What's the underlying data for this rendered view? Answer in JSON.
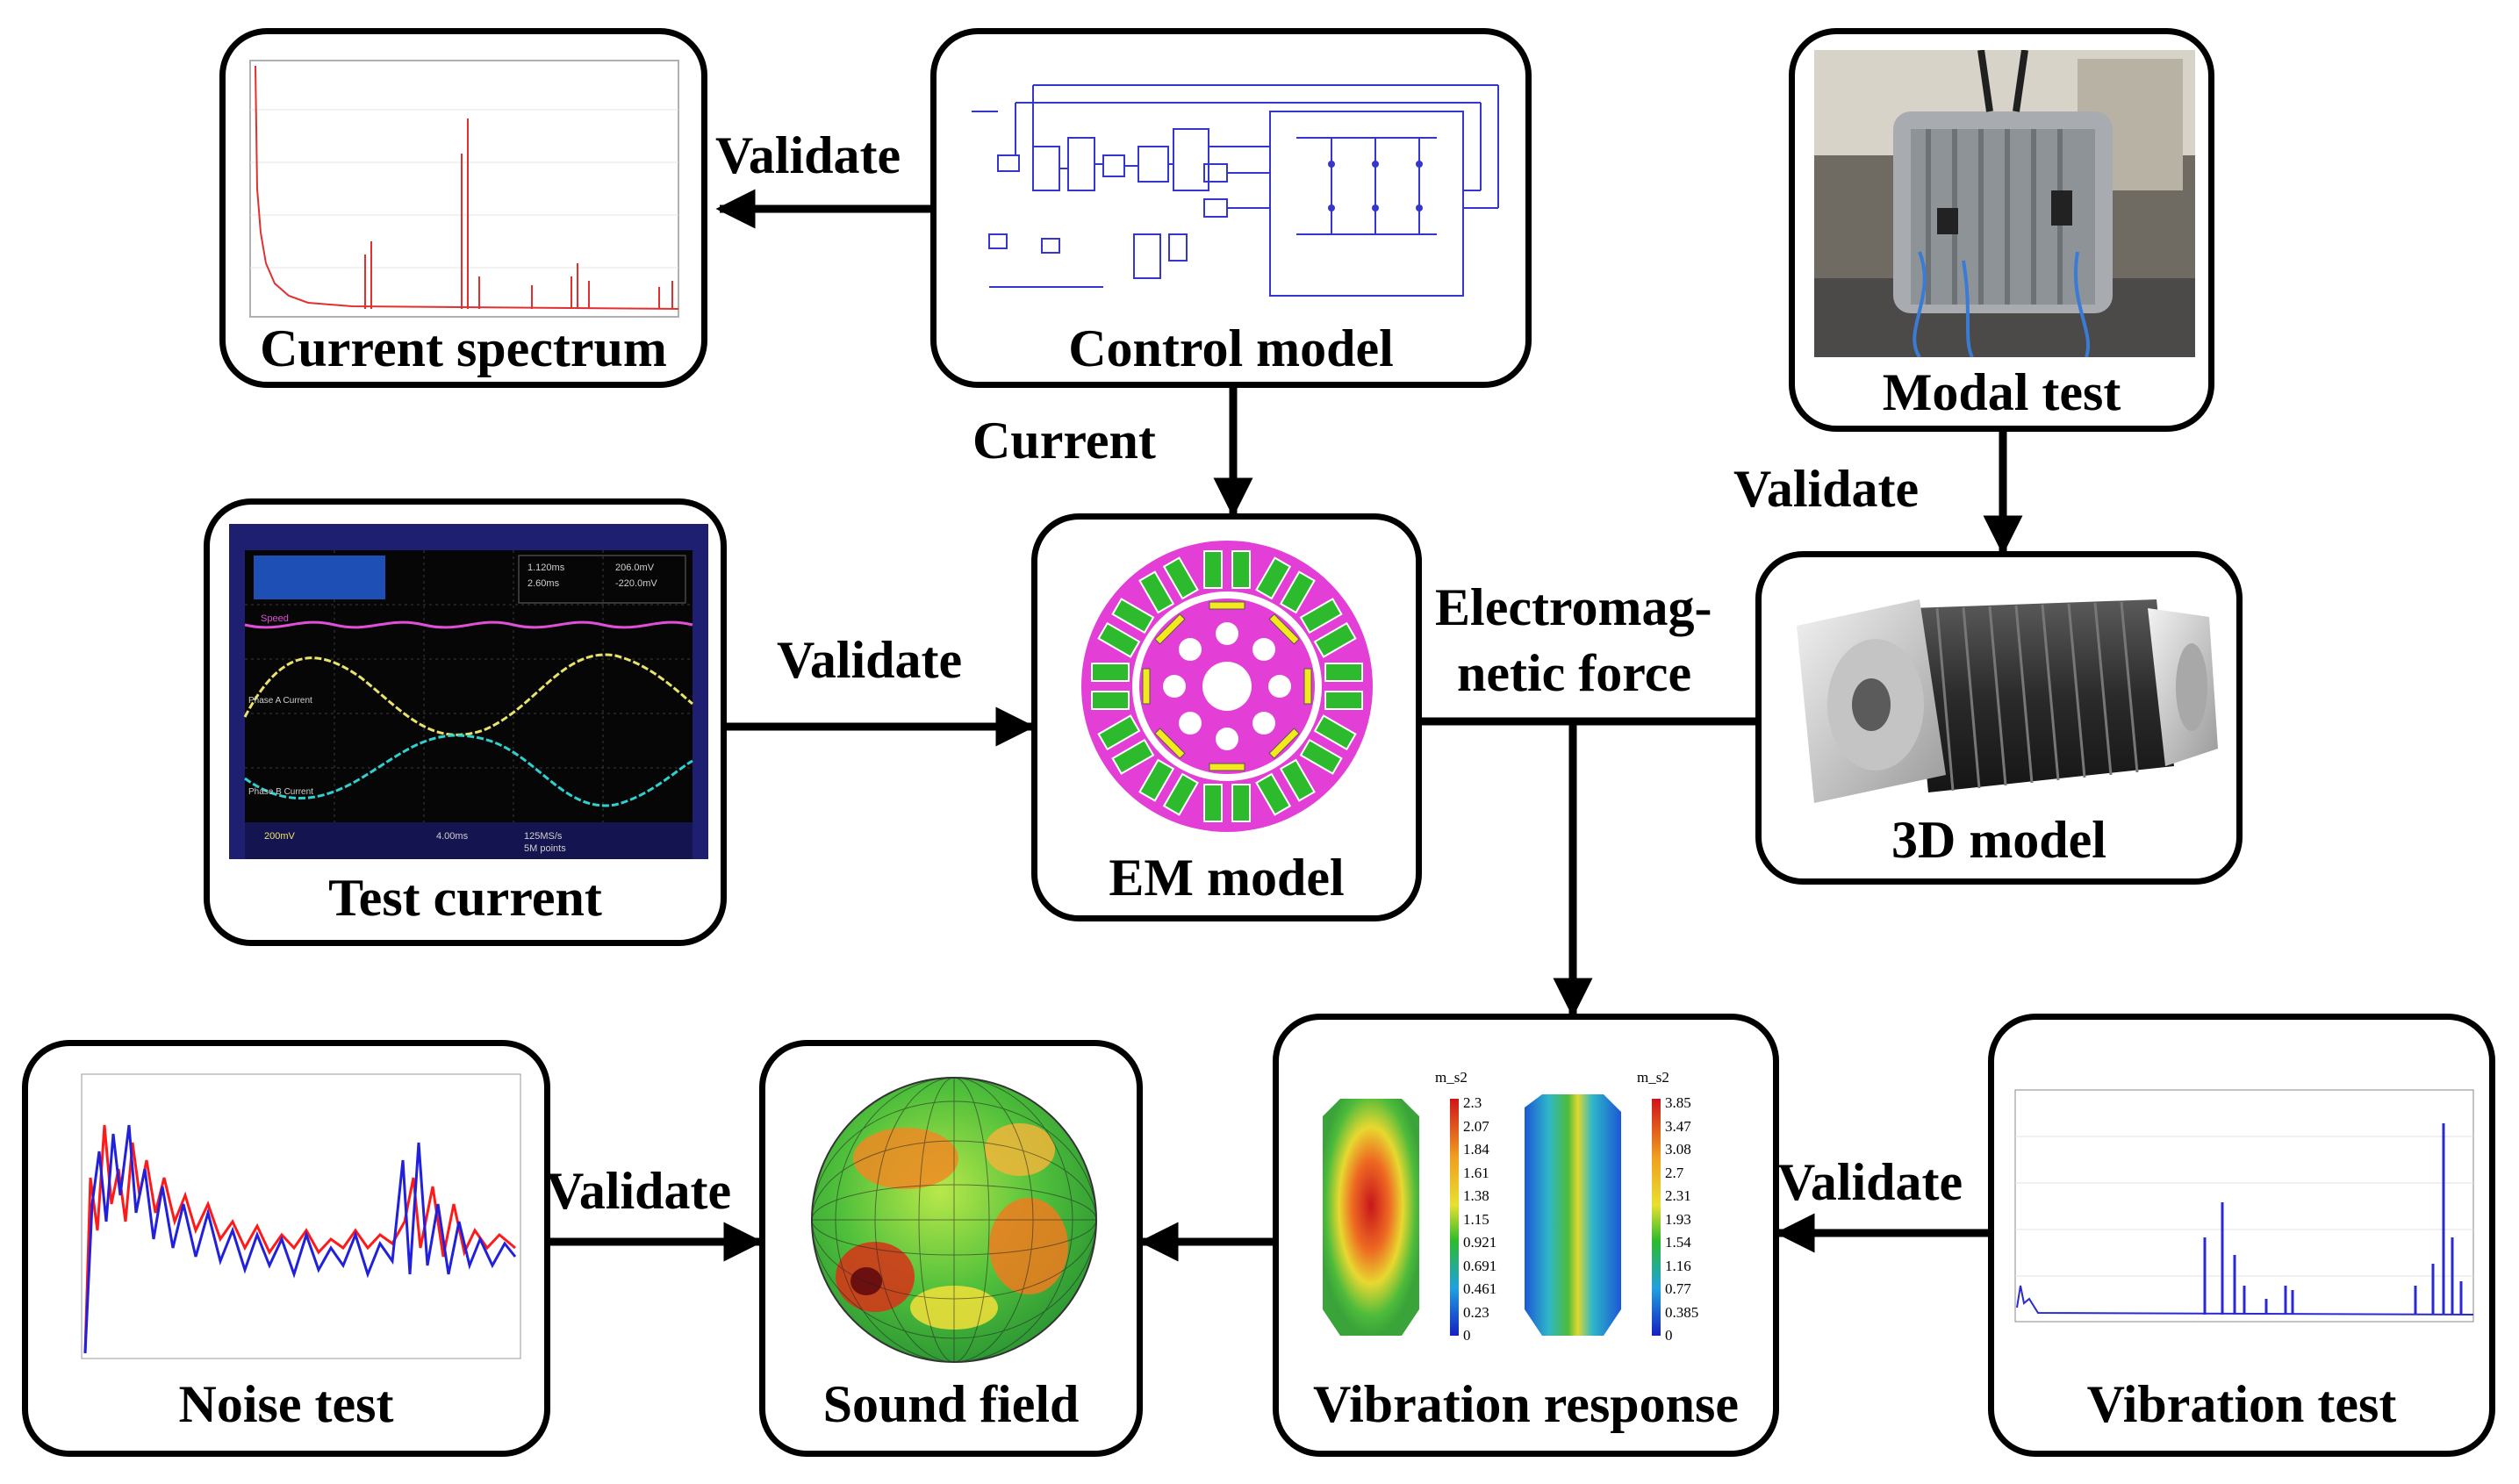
{
  "nodes": {
    "current_spectrum": "Current spectrum",
    "control_model": "Control model",
    "modal_test": "Modal test",
    "test_current": "Test current",
    "em_model": "EM model",
    "model_3d": "3D model",
    "noise_test": "Noise test",
    "sound_field": "Sound field",
    "vibration_response": "Vibration response",
    "vibration_test": "Vibration test"
  },
  "edges": {
    "validate_spectrum": "Validate",
    "current": "Current",
    "validate_modal": "Validate",
    "validate_test_current": "Validate",
    "em_force_line1": "Electromag-",
    "em_force_line2": "netic force",
    "validate_noise": "Validate",
    "validate_vibration": "Validate"
  },
  "contour": {
    "unit_left": "m_s2",
    "unit_right": "m_s2",
    "left_scale": [
      "2.3",
      "2.07",
      "1.84",
      "1.61",
      "1.38",
      "1.15",
      "0.921",
      "0.691",
      "0.461",
      "0.23",
      "0"
    ],
    "right_scale": [
      "3.85",
      "3.47",
      "3.08",
      "2.7",
      "2.31",
      "1.93",
      "1.54",
      "1.16",
      "0.77",
      "0.385",
      "0"
    ]
  },
  "scope": {
    "readout_1": "1.120ms",
    "readout_2": "2.60ms",
    "readout_3": "206.0mV",
    "readout_4": "-220.0mV",
    "ch_a": "Phase A Current",
    "ch_b": "Phase B Current",
    "ch_speed": "Speed",
    "footer_1": "200mV",
    "footer_2": "4.00ms",
    "footer_3": "125MS/s",
    "footer_4": "5M points"
  },
  "colors": {
    "arrow": "#000000",
    "stator": "#e33fd6",
    "magnet": "#f3e91b",
    "coil": "#2dbb2d"
  }
}
